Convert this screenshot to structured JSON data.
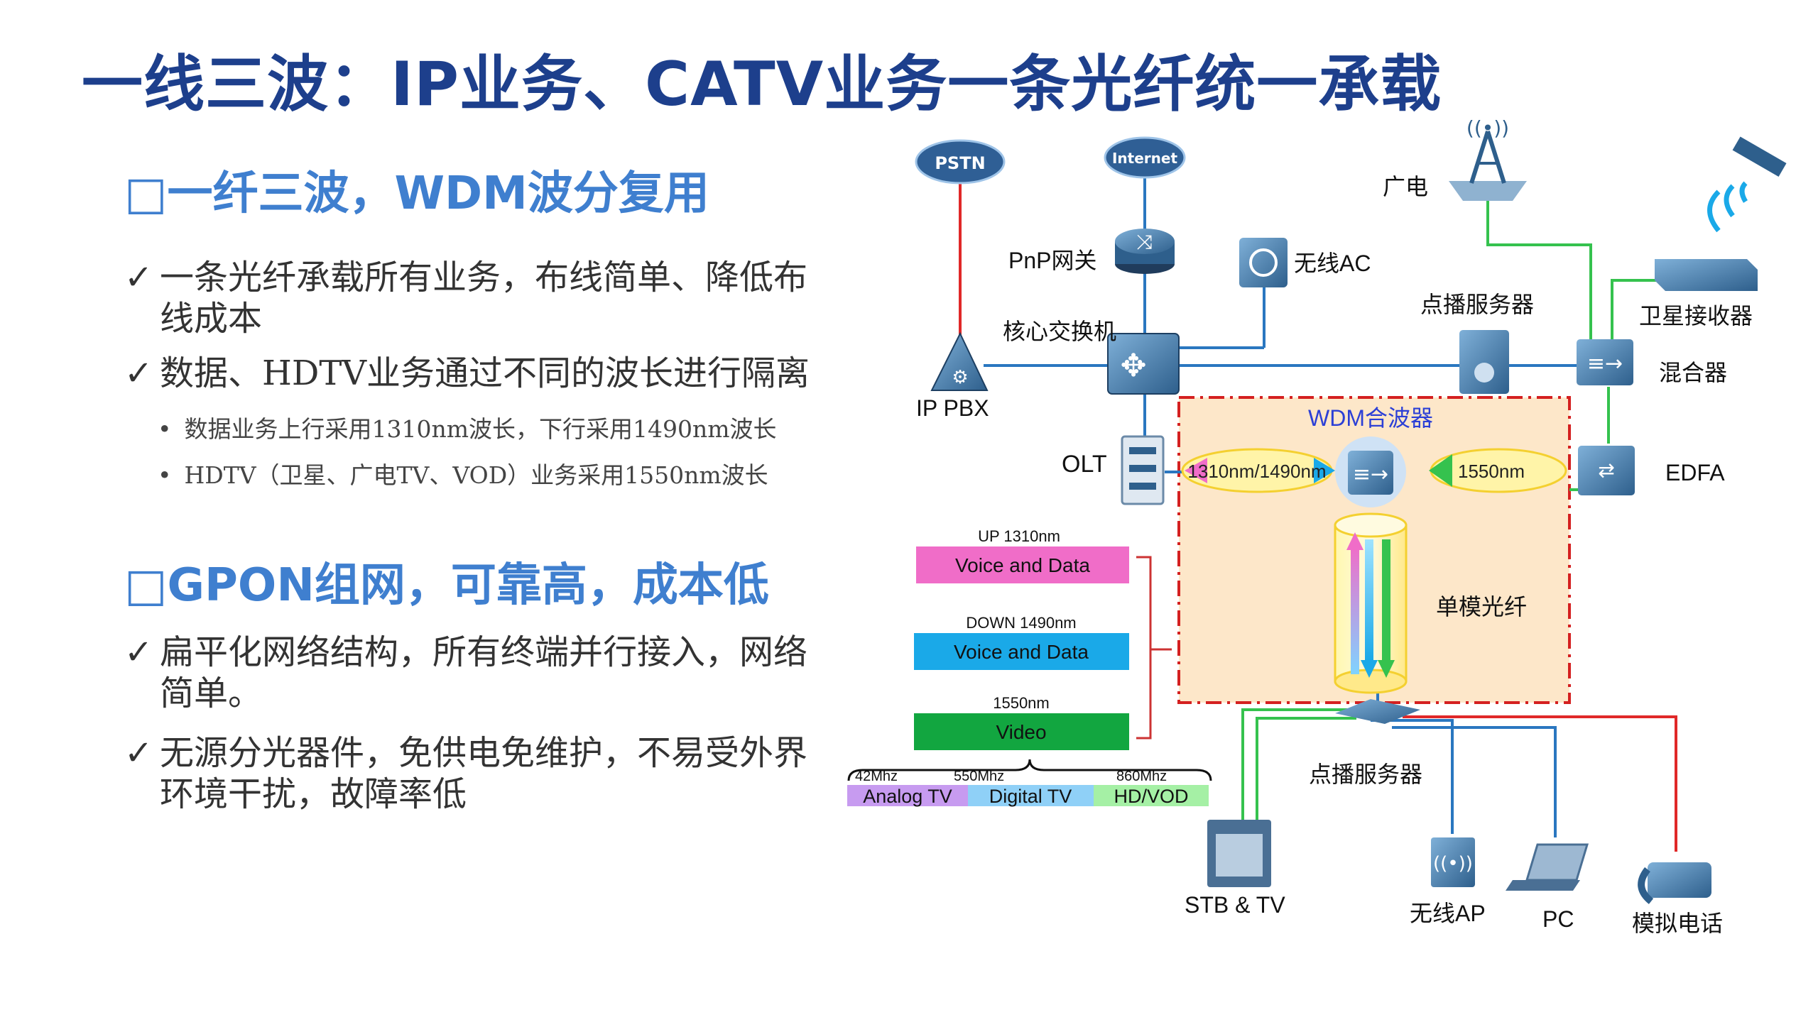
{
  "title": "一线三波：IP业务、CATV业务一条光纤统一承载",
  "left": {
    "section1": "□一纤三波，WDM波分复用",
    "section1_bullets": [
      {
        "check": "✓",
        "text": "一条光纤承载所有业务，布线简单、降低布线成本"
      },
      {
        "check": "✓",
        "text": "数据、HDTV业务通过不同的波长进行隔离"
      }
    ],
    "section1_subbullets": [
      "数据业务上行采用1310nm波长，下行采用1490nm波长",
      "HDTV（卫星、广电TV、VOD）业务采用1550nm波长"
    ],
    "section2": "□GPON组网，可靠高，成本低",
    "section2_bullets": [
      {
        "check": "✓",
        "text": "扁平化网络结构，所有终端并行接入，网络简单。"
      },
      {
        "check": "✓",
        "text": "无源分光器件，免供电免维护，不易受外界环境干扰，故障率低"
      }
    ]
  },
  "diagram": {
    "pstn": "PSTN",
    "internet": "Internet",
    "pnp_gateway": "PnP网关",
    "wireless_ac": "无线AC",
    "core_switch": "核心交换机",
    "ip_pbx": "IP PBX",
    "olt": "OLT",
    "broadcast": "广电",
    "vod_server_top": "点播服务器",
    "satellite_receiver": "卫星接收器",
    "mixer": "混合器",
    "edfa": "EDFA",
    "wdm_combiner": "WDM合波器",
    "wave_left": "1310nm/1490nm",
    "wave_right": "1550nm",
    "single_mode_fiber": "单模光纤",
    "vod_server_bottom": "点播服务器",
    "stb_tv": "STB & TV",
    "wireless_ap": "无线AP",
    "pc": "PC",
    "analog_phone": "模拟电话",
    "colors": {
      "wdm_box": "#fde7c9",
      "wdm_border": "#d42020",
      "green": "#35c24e",
      "blue": "#2a77c0",
      "red": "#e02828"
    }
  },
  "spectrum": {
    "up_label": "UP 1310nm",
    "up_bar": "Voice and Data",
    "down_label": "DOWN 1490nm",
    "down_bar": "Voice and Data",
    "video_label": "1550nm",
    "video_bar": "Video",
    "f1": "42Mhz",
    "f2": "550Mhz",
    "f3": "860Mhz",
    "b1": "Analog TV",
    "b2": "Digital TV",
    "b3": "HD/VOD",
    "colors": {
      "up": "#f06dc8",
      "down": "#1aa9e8",
      "video": "#12a640",
      "analog": "#c79bf0",
      "digital": "#8fd0f7",
      "hd": "#a5f0a5"
    }
  }
}
